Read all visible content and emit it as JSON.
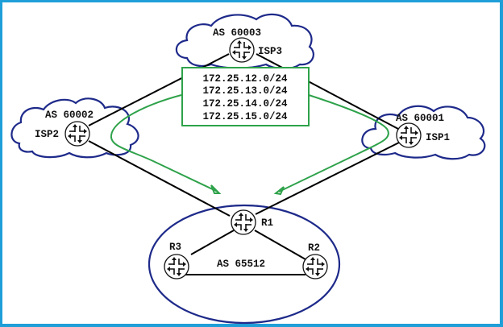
{
  "diagram": {
    "title": "",
    "colors": {
      "frame": "#1f9fd8",
      "cloud_outline": "#1e2a8a",
      "links": "#000000",
      "route_advertisement": "#2ea24a",
      "prefix_box": "#2ea24a"
    },
    "autonomous_systems": [
      {
        "id": "isp3",
        "label": "AS 60003",
        "router": "ISP3"
      },
      {
        "id": "isp2",
        "label": "AS 60002",
        "router": "ISP2"
      },
      {
        "id": "isp1",
        "label": "AS 60001",
        "router": "ISP1"
      },
      {
        "id": "local",
        "label": "AS 65512",
        "routers": [
          "R1",
          "R2",
          "R3"
        ]
      }
    ],
    "routers": [
      {
        "id": "ISP3",
        "label": "ISP3",
        "icon": "router-icon"
      },
      {
        "id": "ISP2",
        "label": "ISP2",
        "icon": "router-icon"
      },
      {
        "id": "ISP1",
        "label": "ISP1",
        "icon": "router-icon"
      },
      {
        "id": "R1",
        "label": "R1",
        "icon": "router-icon"
      },
      {
        "id": "R2",
        "label": "R2",
        "icon": "router-icon"
      },
      {
        "id": "R3",
        "label": "R3",
        "icon": "router-icon"
      }
    ],
    "links": [
      {
        "from": "ISP3",
        "to": "ISP2"
      },
      {
        "from": "ISP3",
        "to": "ISP1"
      },
      {
        "from": "ISP2",
        "to": "R1"
      },
      {
        "from": "ISP1",
        "to": "R1"
      },
      {
        "from": "R1",
        "to": "R3"
      },
      {
        "from": "R1",
        "to": "R2"
      },
      {
        "from": "R3",
        "to": "R2"
      }
    ],
    "advertised_prefixes": [
      "172.25.12.0/24",
      "172.25.13.0/24",
      "172.25.14.0/24",
      "172.25.15.0/24"
    ],
    "route_paths": [
      {
        "via": "ISP2",
        "to": "R1"
      },
      {
        "via": "ISP1",
        "to": "R1"
      }
    ]
  }
}
